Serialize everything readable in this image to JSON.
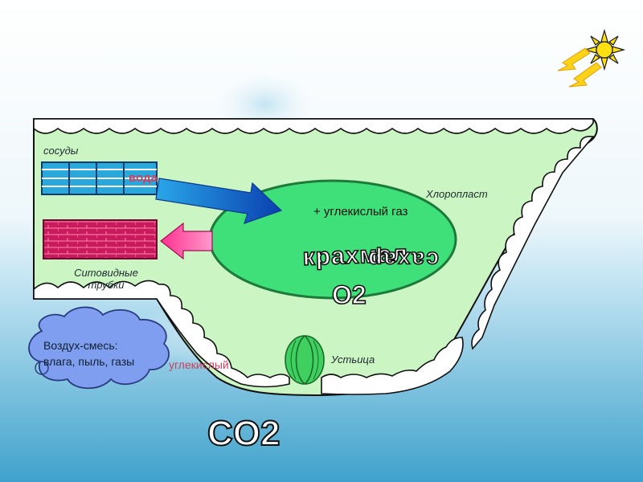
{
  "labels": {
    "vessels": "сосуды",
    "water": "вода",
    "carbon_dioxide_gas": "+ углекислый газ",
    "chloroplast": "Хлоропласт",
    "sieve_tubes": "Ситовидные трубки",
    "starch": "крахмал",
    "sugar": "сахар",
    "oxygen": "O2",
    "stomata": "Устьица",
    "carbon_dioxide_short": "углекислый",
    "co2": "CO2"
  },
  "air_bubble": {
    "line1": "Воздух-смесь:",
    "line2": "влага, пыль, газы"
  },
  "colors": {
    "leaf_fill": "#ccf5c4",
    "chloroplast_fill": "#3fe07a",
    "vessel_fill": "#29a8dc",
    "sieve_fill": "#cc2266",
    "sun": "#ffe010",
    "water_label": "#d04060",
    "bubble": "#7f9ef0"
  }
}
